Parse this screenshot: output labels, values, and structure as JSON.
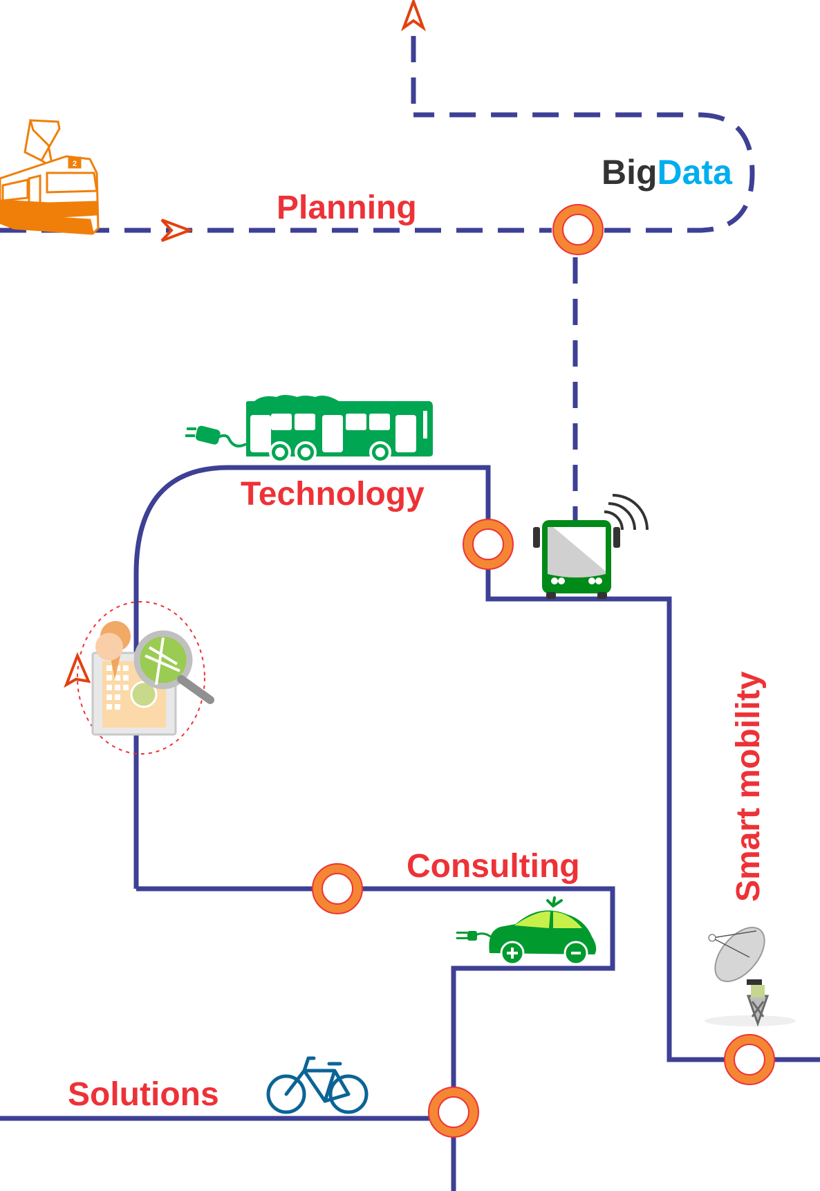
{
  "colors": {
    "route": "#3e4095",
    "label": "#ed3237",
    "station_fill": "#f58634",
    "station_stroke": "#ed3237",
    "arrow": "#e2410e",
    "tram": "#f07f0a",
    "bus_green": "#00a651",
    "car_green": "#009a2e",
    "car_window": "#c8f04a",
    "bike": "#0b6496",
    "big": "#333333",
    "data": "#00aeef"
  },
  "labels": {
    "planning": "Planning",
    "technology": "Technology",
    "consulting": "Consulting",
    "solutions": "Solutions",
    "smart_mobility": "Smart mobility",
    "big": "Big",
    "data": "Data"
  },
  "tram": {
    "route_number": "2"
  },
  "stations": [
    {
      "name": "planning-bigdata-junction"
    },
    {
      "name": "technology-station"
    },
    {
      "name": "consulting-station"
    },
    {
      "name": "solutions-junction"
    },
    {
      "name": "smart-mobility-station"
    }
  ],
  "icons": [
    "tram-icon",
    "electric-bus-icon",
    "smart-bus-icon",
    "map-search-icon",
    "electric-car-icon",
    "bicycle-icon",
    "satellite-dish-icon",
    "direction-arrow-icon"
  ]
}
